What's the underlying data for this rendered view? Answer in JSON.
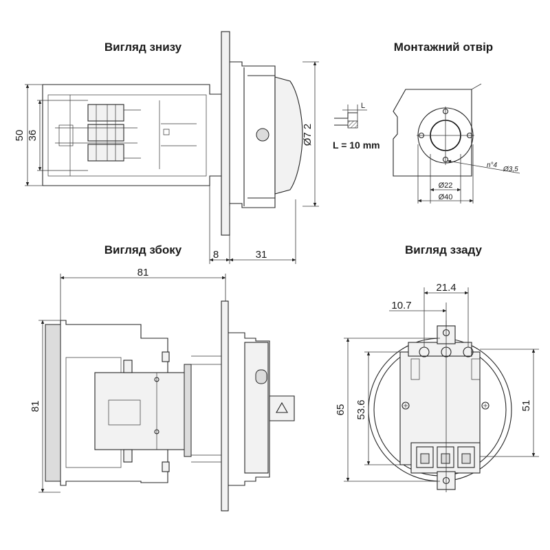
{
  "views": {
    "bottom": {
      "title": "Вигляд знизу"
    },
    "mounting": {
      "title": "Монтажний отвір"
    },
    "side": {
      "title": "Вигляд збоку"
    },
    "rear": {
      "title": "Вигляд ззаду"
    }
  },
  "dimensions": {
    "bottom_height_outer": "50",
    "bottom_height_inner": "36",
    "bottom_diameter": "Ø7 2",
    "bottom_flange_depth": "8",
    "bottom_front_depth": "31",
    "side_length": "81",
    "side_height": "81",
    "rear_pitch_small": "10.7",
    "rear_pitch_large": "21.4",
    "rear_height_outer": "65",
    "rear_height_inner": "53.6",
    "rear_width": "51",
    "hole_inner_diameter": "Ø22",
    "hole_outer_diameter": "Ø40",
    "hole_screws": "n°4",
    "hole_screw_diameter": "Ø3,5"
  },
  "panel_note": {
    "thickness_label": "L",
    "thickness_value": "L = 10 mm"
  }
}
